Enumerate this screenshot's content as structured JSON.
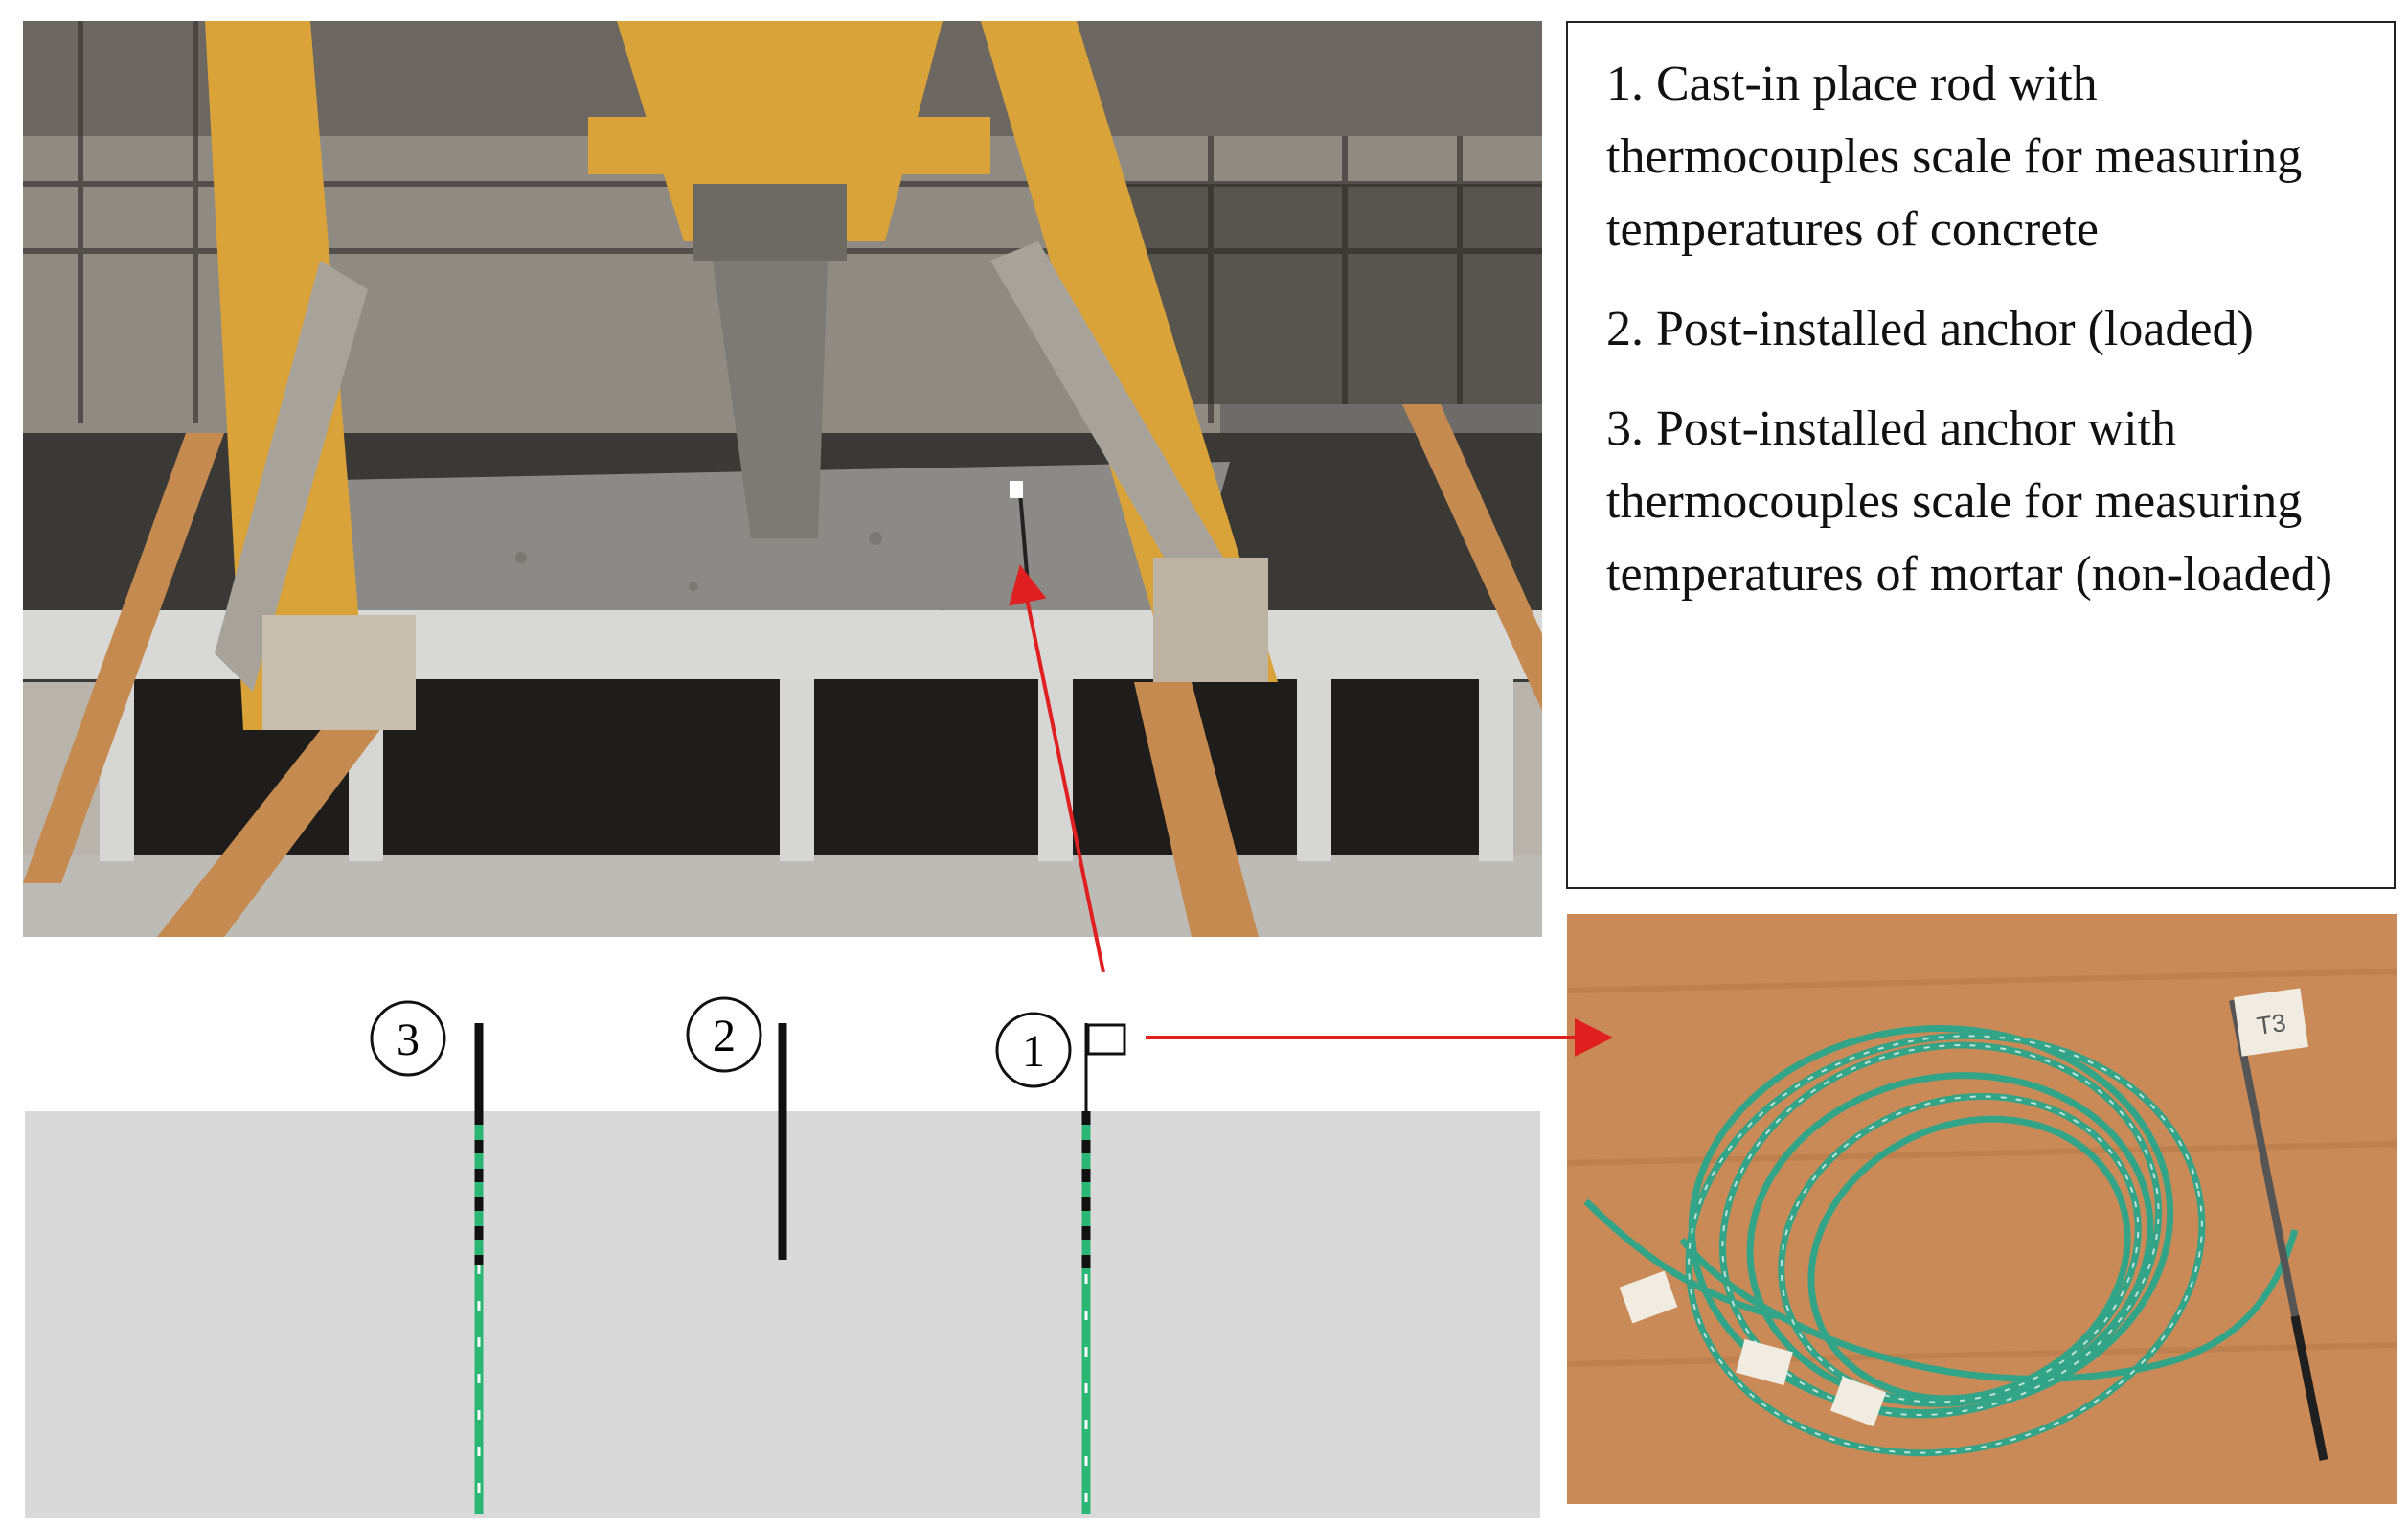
{
  "legend": {
    "items": [
      "1. Cast-in place rod with thermocouples scale for measuring temperatures of concrete",
      "2. Post-installed anchor (loaded)",
      "3. Post-installed anchor with thermocouples scale for measuring temperatures of mortar (non-loaded)"
    ]
  },
  "schematic": {
    "markers": [
      "3",
      "2",
      "1"
    ]
  },
  "photos": {
    "cable_tag": "T3"
  },
  "colors": {
    "arrow": "#e02020",
    "block": "#d9d9d9",
    "thermocouple": "#2ab673",
    "concrete": "#8c8a86",
    "frame": "#d9a33a"
  }
}
